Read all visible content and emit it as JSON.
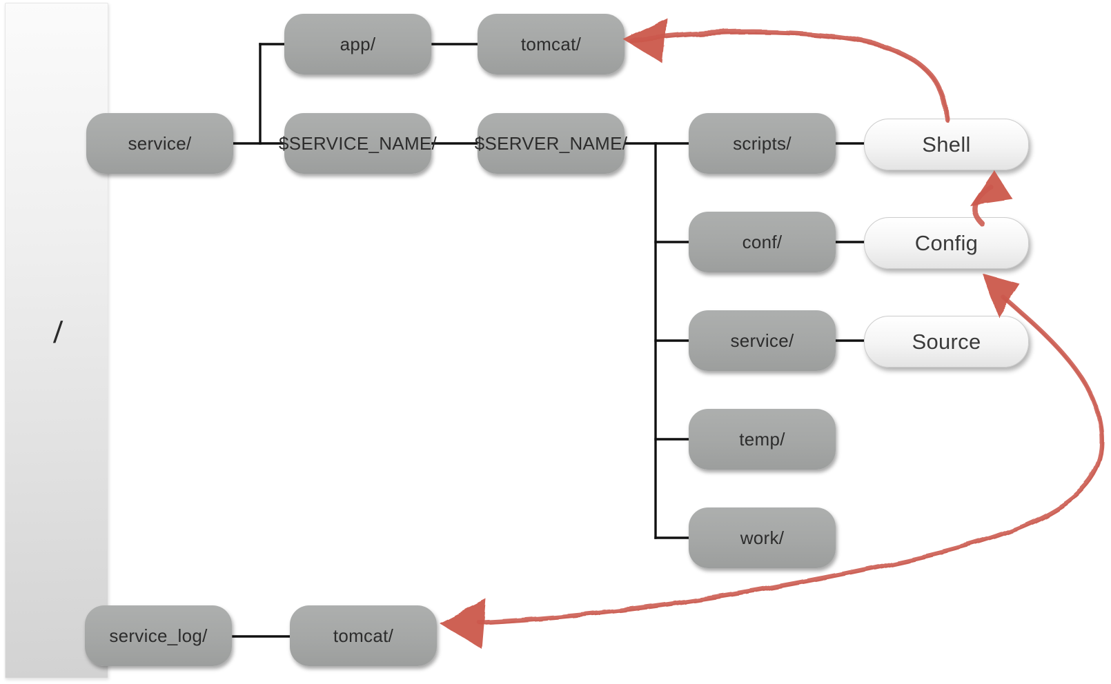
{
  "diagram": {
    "root": {
      "label": "/"
    },
    "nodes": [
      {
        "id": "service",
        "label": "service/",
        "kind": "folder"
      },
      {
        "id": "app",
        "label": "app/",
        "kind": "folder"
      },
      {
        "id": "tomcat_top",
        "label": "tomcat/",
        "kind": "folder"
      },
      {
        "id": "service_name",
        "label": "$SERVICE_NAME/",
        "kind": "folder"
      },
      {
        "id": "server_name",
        "label": "$SERVER_NAME/",
        "kind": "folder"
      },
      {
        "id": "scripts",
        "label": "scripts/",
        "kind": "folder"
      },
      {
        "id": "conf",
        "label": "conf/",
        "kind": "folder"
      },
      {
        "id": "service_child",
        "label": "service/",
        "kind": "folder"
      },
      {
        "id": "temp",
        "label": "temp/",
        "kind": "folder"
      },
      {
        "id": "work",
        "label": "work/",
        "kind": "folder"
      },
      {
        "id": "service_log",
        "label": "service_log/",
        "kind": "folder"
      },
      {
        "id": "tomcat_bottom",
        "label": "tomcat/",
        "kind": "folder"
      },
      {
        "id": "shell",
        "label": "Shell",
        "kind": "artifact"
      },
      {
        "id": "config",
        "label": "Config",
        "kind": "artifact"
      },
      {
        "id": "source",
        "label": "Source",
        "kind": "artifact"
      }
    ],
    "edges": [
      {
        "from": "/",
        "to": "service/"
      },
      {
        "from": "/",
        "to": "service_log/"
      },
      {
        "from": "service/",
        "to": "app/"
      },
      {
        "from": "service/",
        "to": "$SERVICE_NAME/"
      },
      {
        "from": "app/",
        "to": "tomcat/ (top)"
      },
      {
        "from": "$SERVICE_NAME/",
        "to": "$SERVER_NAME/"
      },
      {
        "from": "$SERVER_NAME/",
        "to": "scripts/"
      },
      {
        "from": "$SERVER_NAME/",
        "to": "conf/"
      },
      {
        "from": "$SERVER_NAME/",
        "to": "service/ (child)"
      },
      {
        "from": "$SERVER_NAME/",
        "to": "temp/"
      },
      {
        "from": "$SERVER_NAME/",
        "to": "work/"
      },
      {
        "from": "scripts/",
        "to": "Shell"
      },
      {
        "from": "conf/",
        "to": "Config"
      },
      {
        "from": "service/ (child)",
        "to": "Source"
      },
      {
        "from": "service_log/",
        "to": "tomcat/ (bottom)"
      }
    ],
    "red_arrows": [
      {
        "from": "Shell",
        "to": "tomcat/ (top)",
        "style": "hand-drawn curve"
      },
      {
        "from": "Config",
        "to": "Shell",
        "style": "hand-drawn short curve"
      },
      {
        "between": [
          "Config",
          "tomcat/ (bottom)"
        ],
        "double_headed": true,
        "style": "hand-drawn long sweep"
      }
    ],
    "colors": {
      "folder_node": "#a5a7a6",
      "artifact_node": "#f4f4f4",
      "connector": "#111111",
      "arrow_red": "#cd6055",
      "root_bar": "#e4e4e4"
    }
  }
}
